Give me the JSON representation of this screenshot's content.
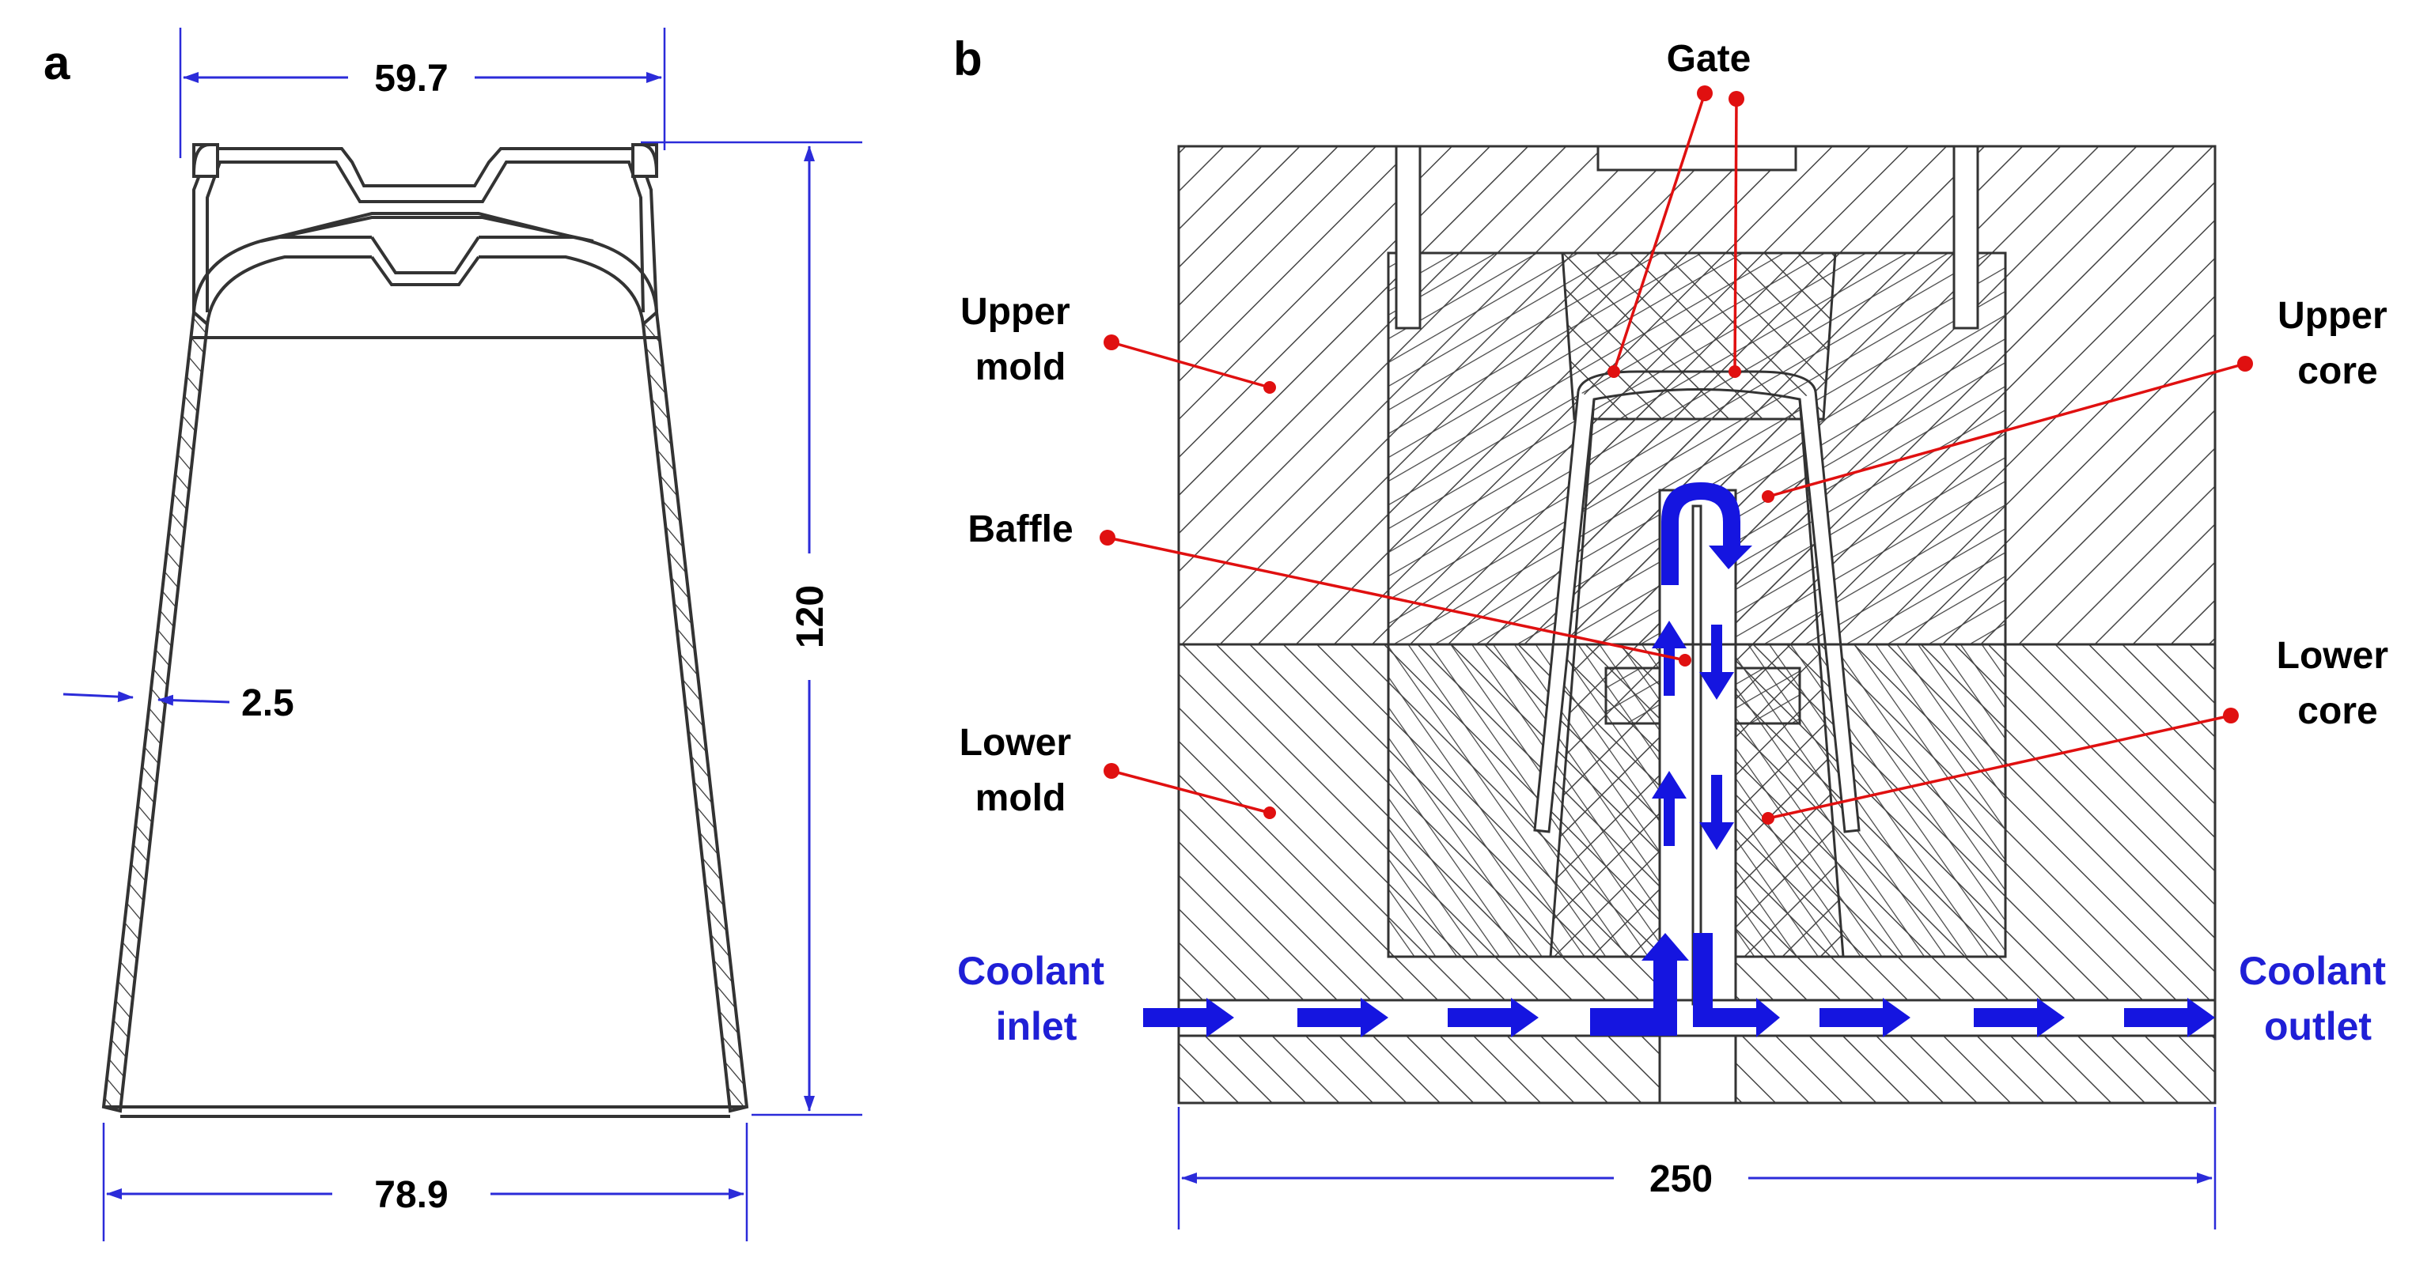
{
  "panel_a": {
    "letter": "a",
    "dimensions": {
      "top_width": "59.7",
      "bottom_width": "78.9",
      "height": "120",
      "wall_thickness": "2.5"
    }
  },
  "panel_b": {
    "letter": "b",
    "labels": {
      "gate": "Gate",
      "upper_mold": [
        "Upper",
        "mold"
      ],
      "upper_core": [
        "Upper",
        "core"
      ],
      "baffle": "Baffle",
      "lower_mold": [
        "Lower",
        "mold"
      ],
      "lower_core": [
        "Lower",
        "core"
      ],
      "coolant_inlet": [
        "Coolant",
        "inlet"
      ],
      "coolant_outlet": [
        "Coolant",
        "outlet"
      ]
    },
    "dimensions": {
      "width": "250"
    }
  },
  "colors": {
    "dimension_line": "#2b2bd9",
    "leader_line": "#e01010",
    "leader_dot": "#e01010",
    "flow_arrow": "#1515e0",
    "coolant_text": "#1f1fd6",
    "hatch": "#444444",
    "outline": "#333333"
  }
}
